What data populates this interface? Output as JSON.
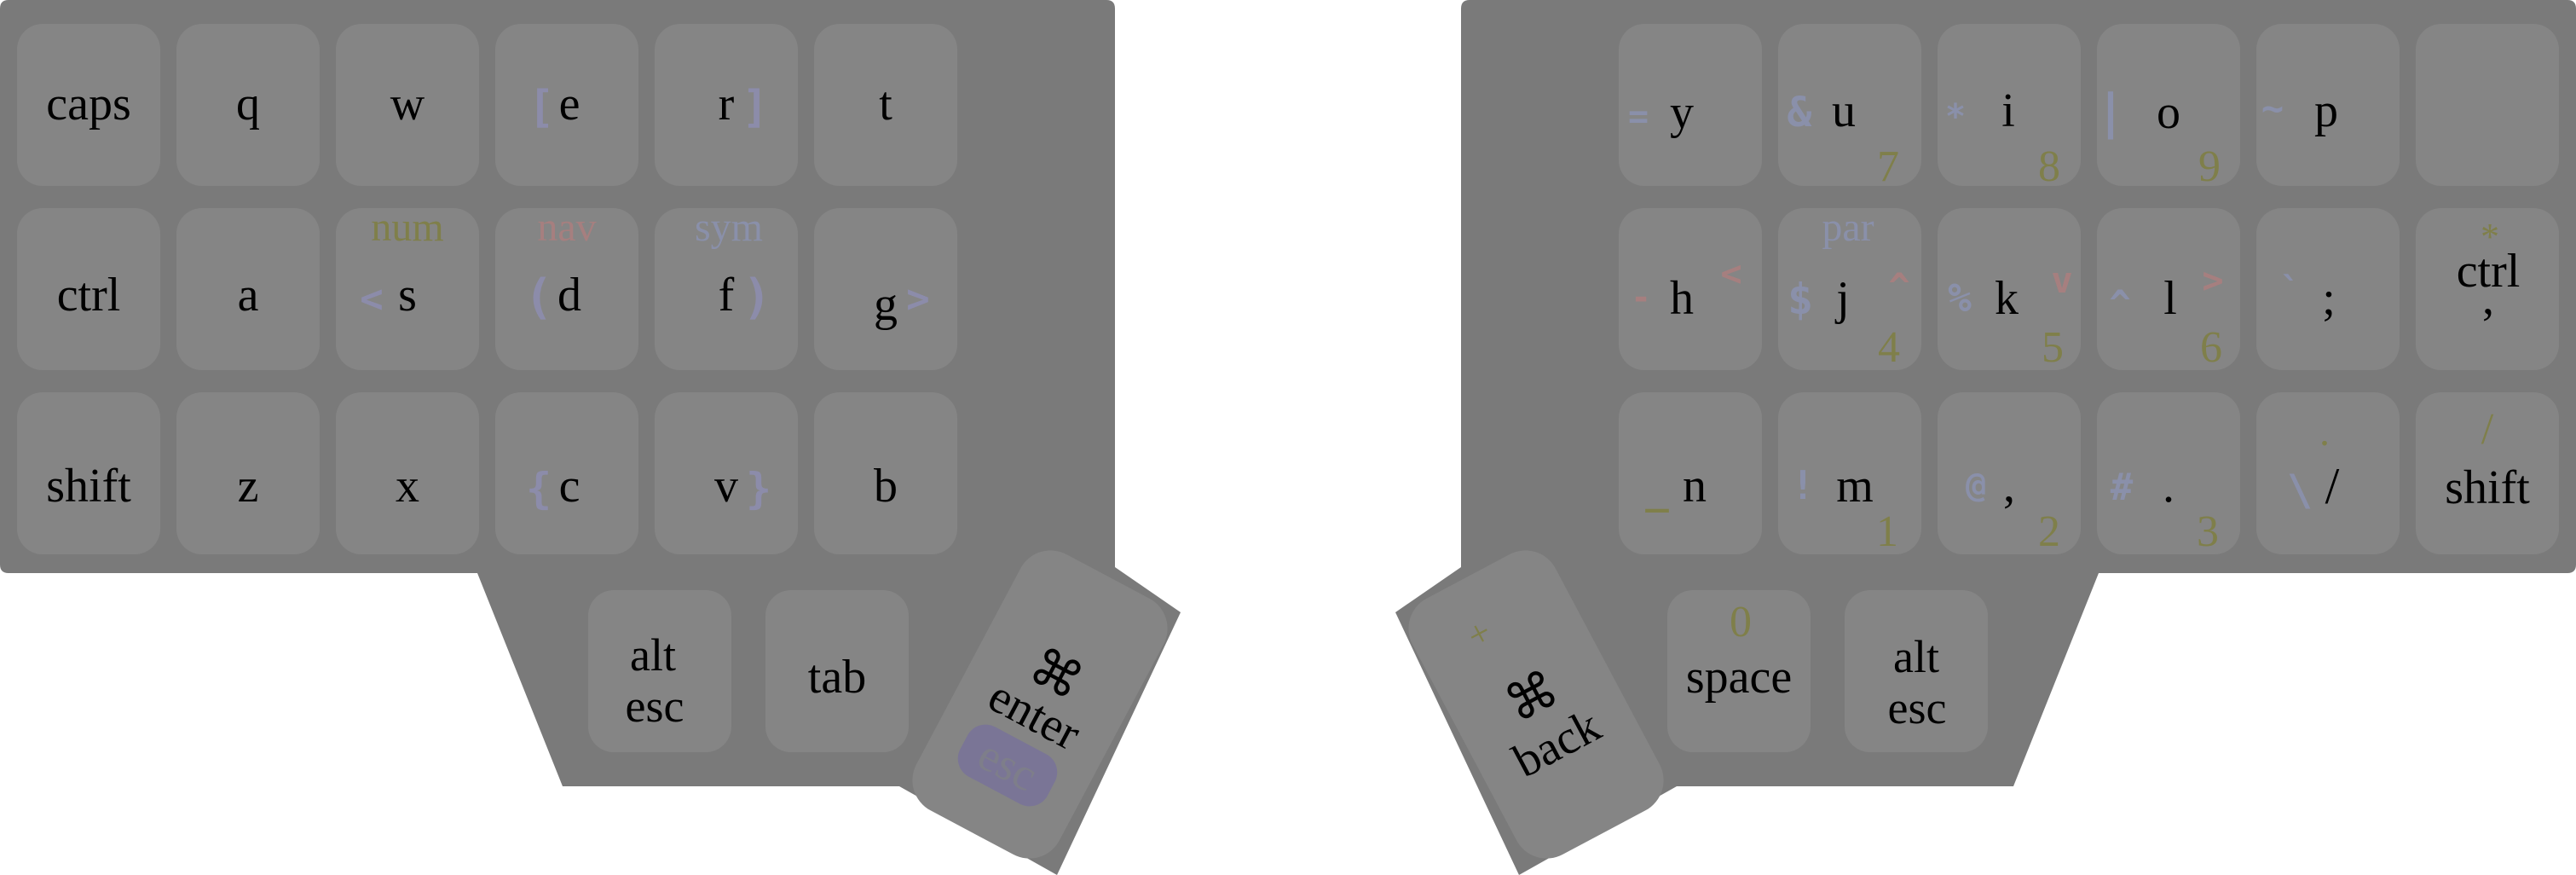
{
  "colors": {
    "case": "#7a7a7a",
    "key": "#858585",
    "num": "#7f7f4a",
    "nav": "#a67f7f",
    "sym": "#8a90aa",
    "par": "#8a90aa",
    "bracket": "#8c8caa",
    "esc_badge": "#7a7596"
  },
  "layer_names": {
    "num": "num",
    "nav": "nav",
    "sym": "sym",
    "par": "par"
  },
  "left": {
    "caps": "caps",
    "q": "q",
    "w": "w",
    "e": "e",
    "e_sym": "[",
    "r": "r",
    "r_sym": "]",
    "t": "t",
    "ctrl": "ctrl",
    "a": "a",
    "s": "s",
    "s_sym": "<",
    "d": "d",
    "d_sym": "(",
    "f": "f",
    "f_sym": ")",
    "g": "g",
    "g_sym": ">",
    "shift": "shift",
    "z": "z",
    "x": "x",
    "c": "c",
    "c_sym": "{",
    "v": "v",
    "v_sym": "}",
    "b": "b",
    "alt1": "alt",
    "alt2": "esc",
    "tab": "tab",
    "cmd": "⌘",
    "enter": "enter",
    "esc": "esc"
  },
  "right": {
    "y": "y",
    "y_sym": "=",
    "u": "u",
    "u_sym": "&",
    "u_num": "7",
    "i": "i",
    "i_sym": "*",
    "i_num": "8",
    "o": "o",
    "o_sym": "|",
    "o_num": "9",
    "p": "p",
    "p_sym": "~",
    "h": "h",
    "h_sym": "-",
    "h_nav": "<",
    "j": "j",
    "j_sym": "$",
    "j_nav": "^",
    "j_num": "4",
    "k": "k",
    "k_sym": "%",
    "k_nav": "v",
    "k_num": "5",
    "l": "l",
    "l_sym": "^",
    "l_nav": ">",
    "l_num": "6",
    "semi": ";",
    "semi_sym": "`",
    "ctrl1": "ctrl",
    "ctrl2": ",",
    "ctrl_num": "*",
    "n": "n",
    "n_sym": "_",
    "m": "m",
    "m_sym": "!",
    "m_num": "1",
    "comma": ",",
    "comma_sym": "@",
    "comma_num": "2",
    "dot": ".",
    "dot_sym": "#",
    "dot_num": "3",
    "slash": "/",
    "slash_sym": "\\",
    "slash_num": ".",
    "shift": "shift",
    "shift_num": "/",
    "plus": "+",
    "cmd": "⌘",
    "back": "back",
    "zero": "0",
    "space": "space",
    "alt1": "alt",
    "alt2": "esc"
  }
}
